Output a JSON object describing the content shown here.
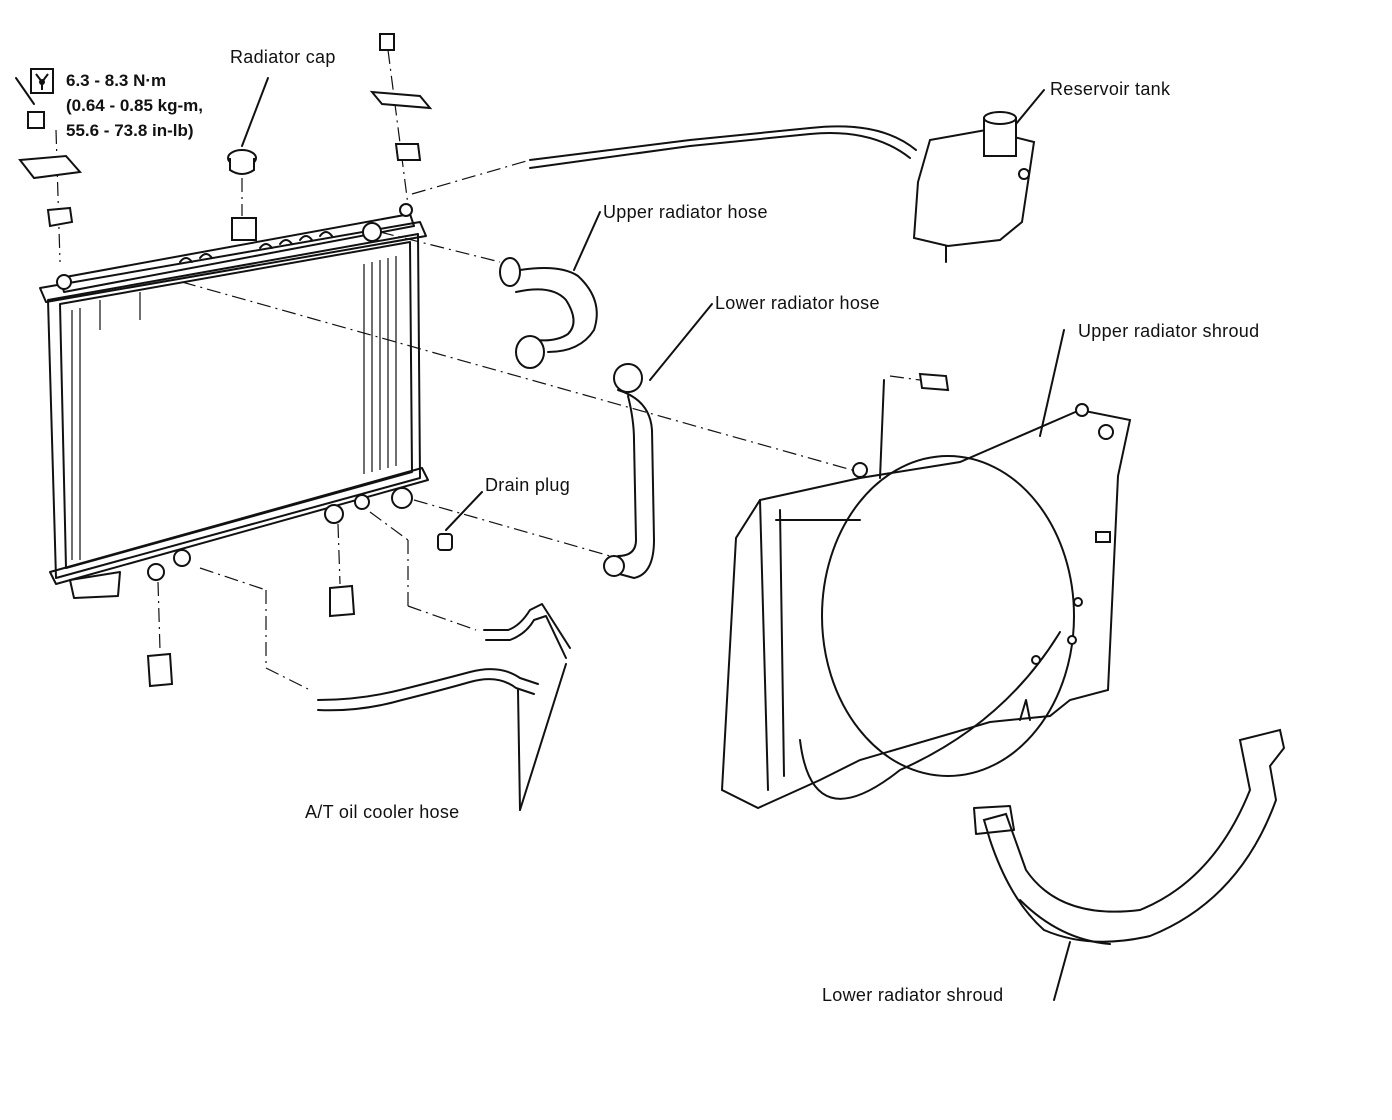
{
  "torque_spec": {
    "line1": "6.3 - 8.3 N·m",
    "line2": "(0.64 - 0.85 kg-m,",
    "line3": "55.6 - 73.8 in-lb)"
  },
  "labels": {
    "radiator_cap": "Radiator cap",
    "reservoir_tank": "Reservoir tank",
    "upper_radiator_hose": "Upper radiator hose",
    "lower_radiator_hose": "Lower radiator hose",
    "upper_radiator_shroud": "Upper radiator shroud",
    "drain_plug": "Drain plug",
    "at_oil_cooler_hose": "A/T oil cooler hose",
    "lower_radiator_shroud": "Lower radiator shroud"
  },
  "icons": {
    "torque": "torque-wrench-icon"
  }
}
